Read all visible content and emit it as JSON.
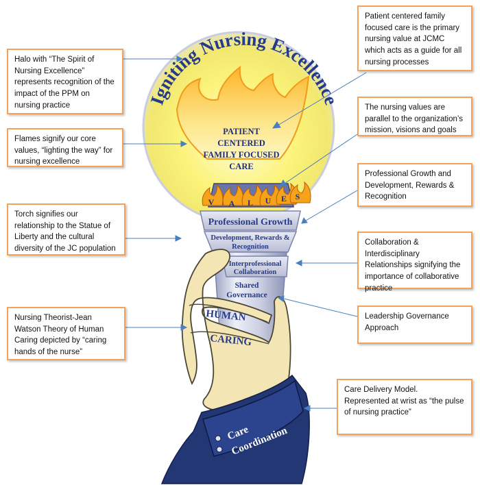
{
  "halo_title": "Igniting Nursing Excellence",
  "flame_text": [
    "PATIENT",
    "CENTERED",
    "FAMILY FOCUSED",
    "CARE"
  ],
  "values_letters": [
    "V",
    "A",
    "L",
    "U",
    "E",
    "S"
  ],
  "torch_labels": {
    "professional_growth": "Professional Growth",
    "development_1": "Development, Rewards &",
    "development_2": "Recognition",
    "interprofessional_1": "Interprofessional",
    "interprofessional_2": "Collaboration",
    "shared_1": "Shared",
    "shared_2": "Governance",
    "human": "HUMAN",
    "caring": "CARING",
    "care_1": "Care",
    "care_2": "Coordination"
  },
  "callouts": {
    "halo": "Halo with “The Spirit of Nursing Excellence” represents recognition of the impact of the PPM on nursing practice",
    "flames": "Flames signify our core values, “lighting the way” for nursing excellence",
    "torch": "Torch signifies our relationship to the Statue of Liberty and the cultural diversity of the JC population",
    "theorist": "Nursing Theorist-Jean Watson Theory of Human Caring depicted by “caring hands of the nurse”",
    "patient_care": "Patient centered family focused care is the primary nursing value at JCMC which acts as a guide for all nursing processes",
    "values": "The nursing values are parallel to the organization’s mission, visions and goals",
    "growth": "Professional Growth and Development, Rewards & Recognition",
    "collaboration": "Collaboration & Interdisciplinary Relationships signifying the importance of collaborative practice",
    "leadership": "Leadership Governance Approach",
    "care_delivery": "Care Delivery Model.  Represented at wrist as “the pulse of nursing practice”"
  }
}
